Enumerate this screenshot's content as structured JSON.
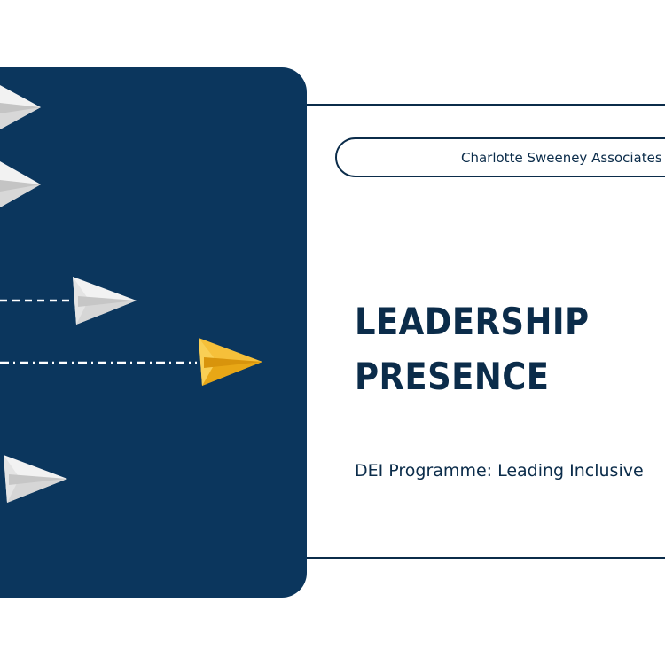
{
  "brand": {
    "name": "Charlotte Sweeney Associates"
  },
  "title": {
    "line1": "LEADERSHIP",
    "line2": "PRESENCE"
  },
  "subtitle": "DEI Programme: Leading Inclusive",
  "colors": {
    "panel": "#0b365d",
    "text": "#0b2c4a",
    "plane_white": "#e9e9e9",
    "plane_gold": "#f4b223",
    "background": "#ffffff"
  },
  "illustration": {
    "icons": [
      "paper-plane-icon",
      "paper-plane-icon",
      "paper-plane-icon",
      "paper-plane-gold-icon",
      "paper-plane-icon"
    ]
  }
}
